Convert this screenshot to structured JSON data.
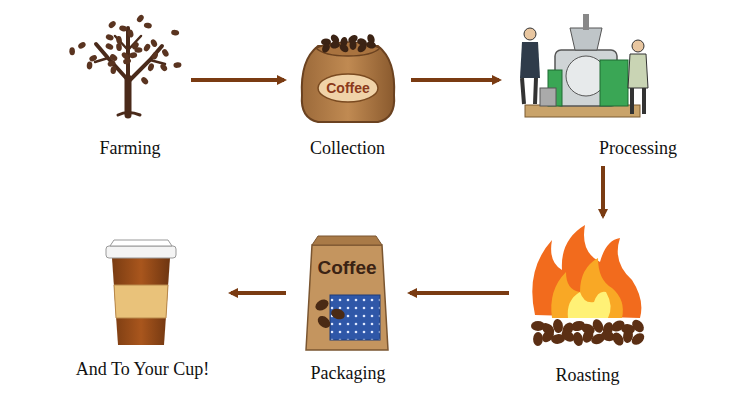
{
  "diagram": {
    "nodes": [
      {
        "text": [
          "Farming"
        ]
      },
      {
        "text": [
          "Collection"
        ]
      },
      {
        "text": [
          "Processing"
        ]
      },
      {
        "text": [
          "Roasting"
        ]
      },
      {
        "text": [
          "Packaging"
        ]
      },
      {
        "text": [
          "And To Your Cup!"
        ]
      }
    ],
    "edges": [
      {
        "from": 0,
        "to": 1,
        "arrow": "to"
      },
      {
        "from": 1,
        "to": 2,
        "arrow": "to"
      },
      {
        "from": 2,
        "to": 3,
        "arrow": "to"
      },
      {
        "from": 3,
        "to": 4,
        "arrow": "to"
      },
      {
        "from": 4,
        "to": 5,
        "arrow": "to"
      }
    ],
    "labels": [
      "Coffee",
      "Coffee"
    ]
  }
}
